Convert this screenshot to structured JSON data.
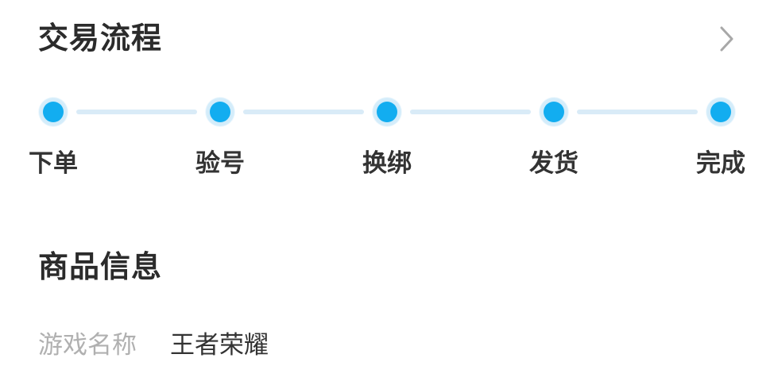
{
  "theme": {
    "background": "#ffffff",
    "accent_blue": "#12ADF0",
    "halo_blue": "#cdeafa",
    "connector_blue": "#d9ebf7",
    "title_color": "#2b2b2b",
    "label_gray": "#b0b0b0",
    "value_color": "#333333",
    "chevron_gray": "#a8a8a8"
  },
  "flow_section": {
    "title": "交易流程",
    "more_icon": "chevron-right-icon",
    "steps": [
      {
        "label": "下单",
        "state": "done"
      },
      {
        "label": "验号",
        "state": "done"
      },
      {
        "label": "换绑",
        "state": "done"
      },
      {
        "label": "发货",
        "state": "done"
      },
      {
        "label": "完成",
        "state": "done"
      }
    ]
  },
  "product_section": {
    "title": "商品信息",
    "rows": [
      {
        "label": "游戏名称",
        "value": "王者荣耀"
      }
    ]
  }
}
